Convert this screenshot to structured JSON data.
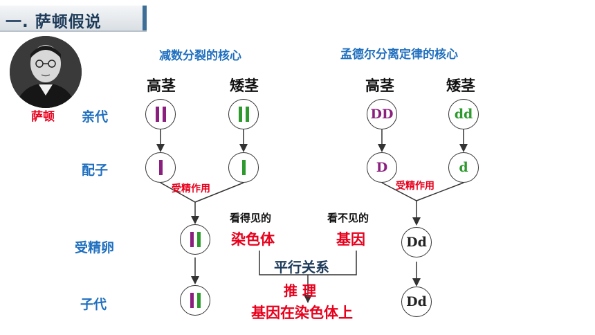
{
  "title": "一. 萨顿假说",
  "portrait_caption": "萨顿",
  "left_heading": "减数分裂的核心",
  "right_heading": "孟德尔分离定律的核心",
  "tall_label": "高茎",
  "short_label": "矮茎",
  "row_labels": {
    "parents": "亲代",
    "gametes": "配子",
    "zygote": "受精卵",
    "offspring": "子代"
  },
  "fertilization": "受精作用",
  "visible_label": "看得见的",
  "visible_term": "染色体",
  "invisible_label": "看不见的",
  "invisible_term": "基因",
  "parallel": "平行关系",
  "inference": "推 理",
  "conclusion": "基因在染色体上",
  "genotypes": {
    "tall_parent": "DD",
    "short_parent": "dd",
    "tall_gamete": "D",
    "short_gamete": "d",
    "zygote": "Dd",
    "offspring": "Dd"
  },
  "colors": {
    "purple": "#8a1f7e",
    "green": "#2e9a2e",
    "blue": "#1f6fbf",
    "red": "#e8001c"
  }
}
